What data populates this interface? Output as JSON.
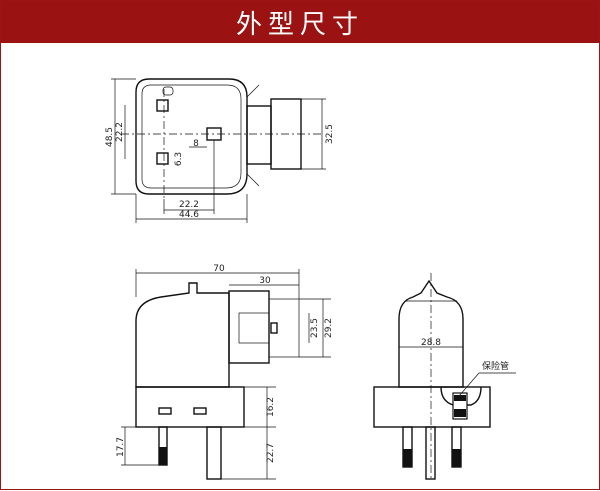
{
  "header": {
    "title": "外型尺寸"
  },
  "top_view": {
    "dims": {
      "overall_height": "48.5",
      "pin_spacing_v": "22.2",
      "pin_to_center": "8",
      "pin_width": "6.3",
      "sleeve_height": "32.5",
      "pin_spacing_h": "22.2",
      "overall_width": "44.6"
    }
  },
  "side_view": {
    "dims": {
      "overall_length": "70",
      "sleeve_length": "30",
      "sleeve_inner": "23.5",
      "sleeve_outer": "29.2",
      "base_height": "16.2",
      "pin_left_length": "17.7",
      "pin_right_length": "22.7"
    }
  },
  "end_view": {
    "dims": {
      "body_width": "28.8"
    },
    "fuse_label": "保险管"
  }
}
